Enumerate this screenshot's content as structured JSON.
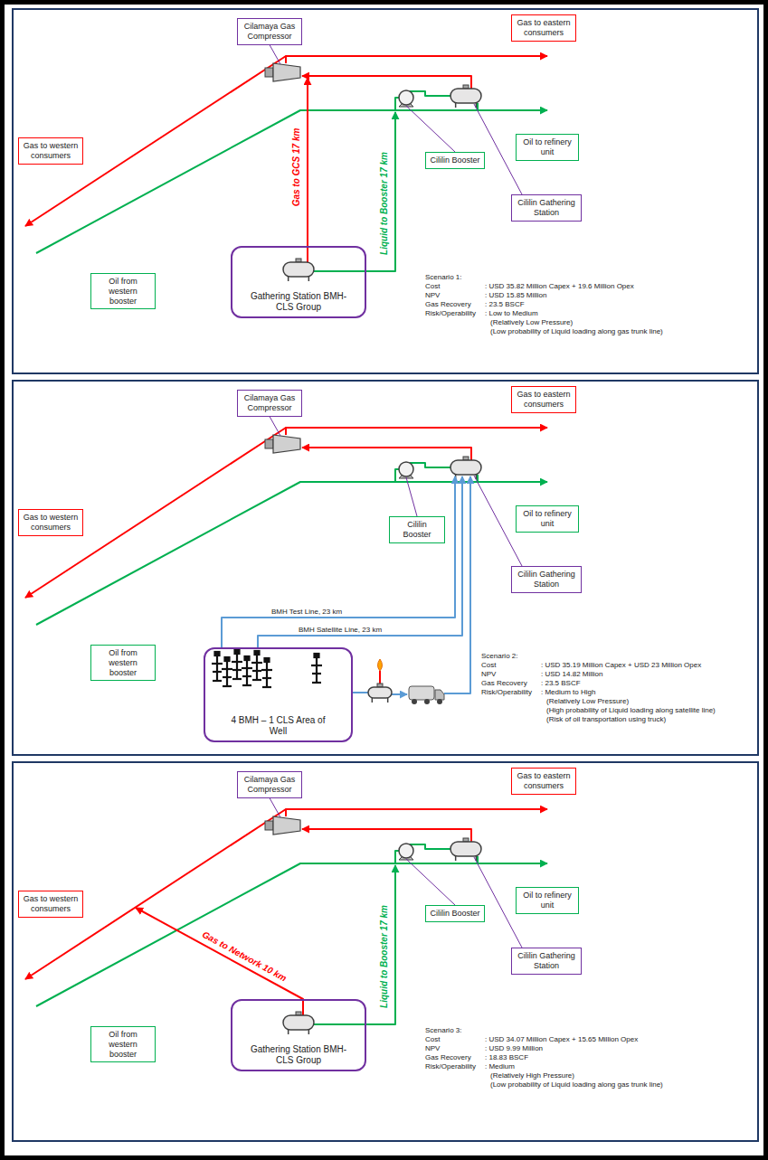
{
  "diagram": {
    "nodes": [
      {
        "text": [
          "Cilamaya Gas Compressor"
        ]
      },
      {
        "text": [
          "Gas to eastern consumers"
        ]
      },
      {
        "text": [
          "Gas to western consumers"
        ]
      },
      {
        "text": [
          "Oil to refinery unit"
        ]
      },
      {
        "text": [
          "Cililin Booster"
        ]
      },
      {
        "text": [
          "Cililin Gathering Station"
        ]
      },
      {
        "text": [
          "Oil from western booster"
        ]
      },
      {
        "text": [
          "Gathering Station BMH-CLS Group"
        ]
      },
      {
        "text": [
          "Cilamaya Gas Compressor"
        ]
      },
      {
        "text": [
          "Gas to eastern consumers"
        ]
      },
      {
        "text": [
          "Gas to western consumers"
        ]
      },
      {
        "text": [
          "Oil to refinery unit"
        ]
      },
      {
        "text": [
          "Cililin Booster"
        ]
      },
      {
        "text": [
          "Cililin Gathering Station"
        ]
      },
      {
        "text": [
          "Oil from western booster"
        ]
      },
      {
        "text": [
          "4 BMH – 1 CLS Area of Well"
        ]
      },
      {
        "text": [
          "Cilamaya Gas Compressor"
        ]
      },
      {
        "text": [
          "Gas to eastern consumers"
        ]
      },
      {
        "text": [
          "Gas to western consumers"
        ]
      },
      {
        "text": [
          "Oil to refinery unit"
        ]
      },
      {
        "text": [
          "Cililin Booster"
        ]
      },
      {
        "text": [
          "Cililin Gathering Station"
        ]
      },
      {
        "text": [
          "Oil from western booster"
        ]
      },
      {
        "text": [
          "Gathering Station BMH-CLS Group"
        ]
      }
    ],
    "labels": [
      "Gas to GCS 17 km",
      "Liquid to Booster 17 km",
      "Scenario 1:",
      "Cost",
      ": USD 35.82 Million Capex + 19.6 Million Opex",
      "NPV",
      ": USD 15.85 Million",
      "Gas Recovery",
      ": 23.5 BSCF",
      "Risk/Operability",
      ": Low to Medium",
      "(Relatively Low Pressure)",
      "(Low probability of Liquid loading along gas trunk line)",
      "BMH Test Line, 23 km",
      "BMH Satellite Line, 23 km",
      "Scenario 2:",
      "Cost",
      ": USD 35.19 Million Capex + USD 23 Million Opex",
      "NPV",
      ": USD 14.82 Million",
      "Gas Recovery",
      ": 23.5 BSCF",
      "Risk/Operability",
      ": Medium to High",
      "(Relatively Low Pressure)",
      "(High probability of Liquid loading along satellite line)",
      "(Risk of oil transportation using truck)",
      "Gas to Network 10 km",
      "Liquid to Booster 17 km",
      "Scenario 3:",
      "Cost",
      ": USD 34.07 Million Capex + 15.65 Million Opex",
      "NPV",
      ": USD 9.99 Million",
      "Gas Recovery",
      ": 18.83 BSCF",
      "Risk/Operability",
      ": Medium",
      "(Relatively High Pressure)",
      "(Low probability of Liquid loading along gas trunk line)"
    ]
  }
}
